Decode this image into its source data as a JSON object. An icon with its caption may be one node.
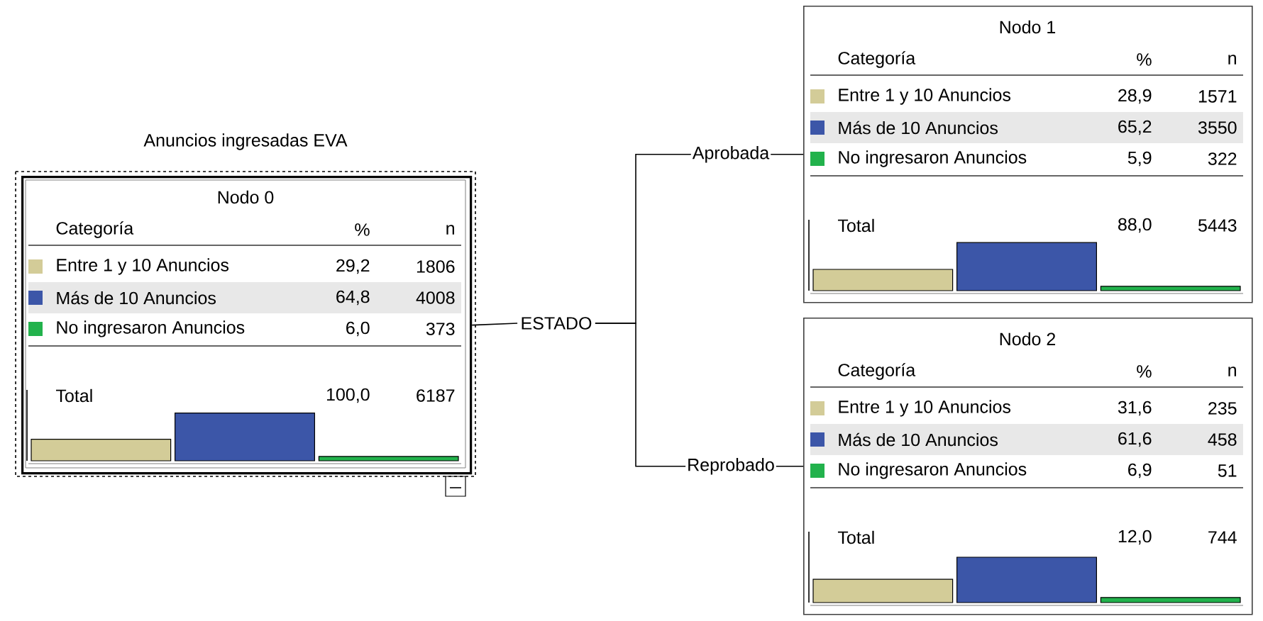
{
  "diagram": {
    "nodes": [
      {
        "text": [
          "Nodo 0",
          "Categoría",
          "%",
          "n",
          "Entre 1 y 10 Anuncios",
          "29,2",
          "1806",
          "Más de 10 Anuncios",
          "64,8",
          "4008",
          "No ingresaron Anuncios",
          "6,0",
          "373",
          "Total",
          "100,0",
          "6187"
        ],
        "beside": [
          "Anuncios ingresadas EVA"
        ]
      },
      {
        "text": [
          "ESTADO"
        ]
      },
      {
        "text": [
          "Nodo 1",
          "Categoría",
          "%",
          "n",
          "Entre 1 y 10 Anuncios",
          "28,9",
          "1571",
          "Más de 10 Anuncios",
          "65,2",
          "3550",
          "No ingresaron Anuncios",
          "5,9",
          "322",
          "Total",
          "88,0",
          "5443"
        ]
      },
      {
        "text": [
          "Nodo 2",
          "Categoría",
          "%",
          "n",
          "Entre 1 y 10 Anuncios",
          "31,6",
          "235",
          "Más de 10 Anuncios",
          "61,6",
          "458",
          "No ingresaron Anuncios",
          "6,9",
          "51",
          "Total",
          "12,0",
          "744"
        ]
      }
    ],
    "edges": [
      {
        "from": 0,
        "to": 1,
        "arrow": "none"
      },
      {
        "from": 1,
        "to": 2,
        "arrow": "none",
        "label": "Aprobada"
      },
      {
        "from": 1,
        "to": 3,
        "arrow": "none",
        "label": "Reprobado"
      }
    ]
  }
}
